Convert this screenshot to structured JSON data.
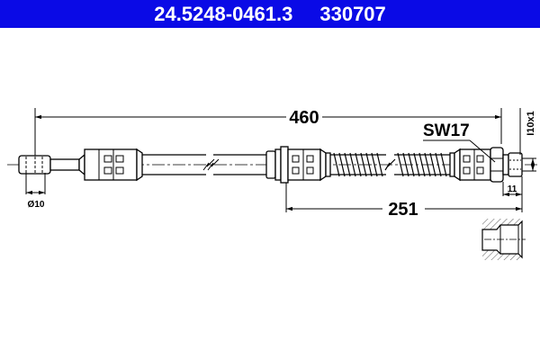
{
  "header": {
    "part_number": "24.5248-0461.3",
    "ref_number": "330707",
    "background_color": "#0a0ae6",
    "text_color": "#ffffff"
  },
  "drawing": {
    "subject": "brake-hose",
    "dimensions": {
      "overall_length": "460",
      "partial_length": "251",
      "wrench_size": "SW17",
      "thread": "I10x1",
      "thread_length": "11",
      "diameter": "Ø10"
    },
    "icons": [
      "break-line-symbol",
      "hatched-port-section"
    ]
  }
}
